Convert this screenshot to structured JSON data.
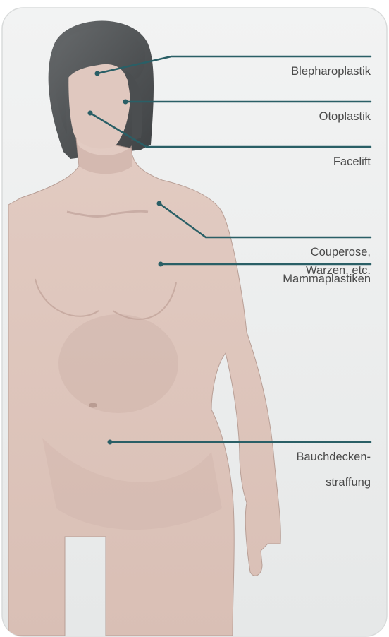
{
  "diagram": {
    "labels": [
      {
        "id": "blepharoplastik",
        "lines": [
          "Blepharoplastik"
        ]
      },
      {
        "id": "otoplastik",
        "lines": [
          "Otoplastik"
        ]
      },
      {
        "id": "facelift",
        "lines": [
          "Facelift"
        ]
      },
      {
        "id": "couperose",
        "lines": [
          "Couperose,",
          "Warzen, etc."
        ]
      },
      {
        "id": "mammaplastiken",
        "lines": [
          "Mammaplastiken"
        ]
      },
      {
        "id": "bauchdeckenstraffung",
        "lines": [
          "Bauchdecken-",
          "straffung"
        ]
      }
    ]
  },
  "colors": {
    "leader_line": "#2a5f66",
    "skin": "#dcc3ba",
    "hair": "#55585a",
    "card_bg": "#ececec"
  }
}
